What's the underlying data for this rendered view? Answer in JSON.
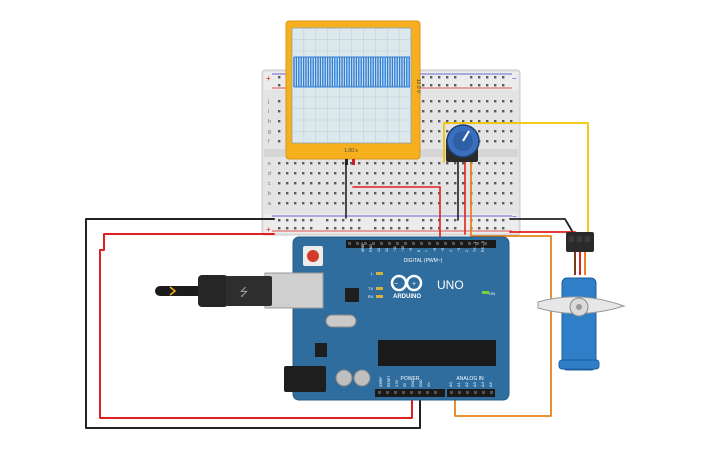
{
  "oscilloscope": {
    "time_label": "1.00 s",
    "side_label": "10.0 V",
    "trace_color": "#2f7fd8",
    "frame_color": "#f6b01e"
  },
  "arduino": {
    "board_name": "UNO",
    "brand": "ARDUINO",
    "digital_label": "DIGITAL (PWM~)",
    "power_label": "POWER",
    "analog_label": "ANALOG IN",
    "on_label": "ON",
    "l_label": "L",
    "tx_label": "TX",
    "rx_label": "RX",
    "digital_pins": [
      "AREF",
      "GND",
      "13",
      "12",
      "~11",
      "~10",
      "~9",
      "8",
      "7",
      "~6",
      "~5",
      "4",
      "~3",
      "2",
      "TX→1",
      "RX←0"
    ],
    "power_pins": [
      "IOREF",
      "RESET",
      "3.3V",
      "5V",
      "GND",
      "GND",
      "Vin"
    ],
    "analog_pins": [
      "A0",
      "A1",
      "A2",
      "A3",
      "A4",
      "A5"
    ],
    "board_color": "#2e6d9e"
  },
  "breadboard": {
    "rail_plus": "+",
    "rail_minus": "−",
    "row_letters_top": [
      "j",
      "i",
      "h",
      "g",
      "f"
    ],
    "row_letters_bottom": [
      "e",
      "d",
      "c",
      "b",
      "a"
    ]
  },
  "wires": {
    "colors": {
      "ground": "#222222",
      "power": "#e02020",
      "signal": "#f2c200",
      "analog": "#e8821c"
    }
  },
  "icons": [
    "usb-cable-icon",
    "potentiometer-icon",
    "servo-motor-icon",
    "oscilloscope-icon"
  ]
}
